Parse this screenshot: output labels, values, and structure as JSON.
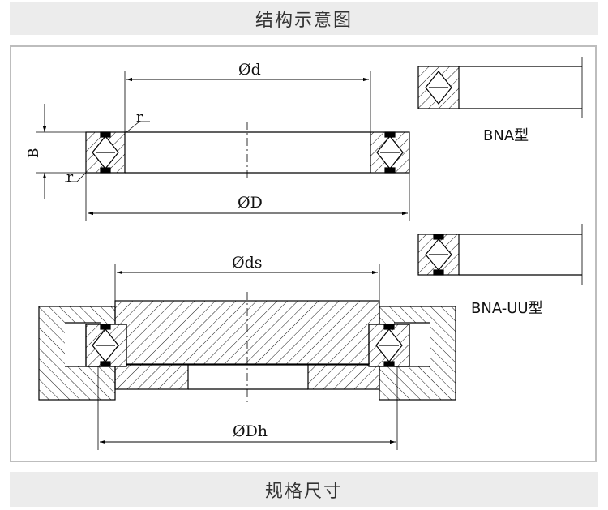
{
  "header": {
    "title": "结构示意图"
  },
  "footer": {
    "title": "规格尺寸"
  },
  "diagram": {
    "labels": {
      "d": "Ød",
      "D": "ØD",
      "ds": "Øds",
      "Dh": "ØDh",
      "B": "B",
      "r_top": "r",
      "r_bottom": "r"
    },
    "types": {
      "bna": "BNA型",
      "bna_uu": "BNA-UU型"
    }
  }
}
